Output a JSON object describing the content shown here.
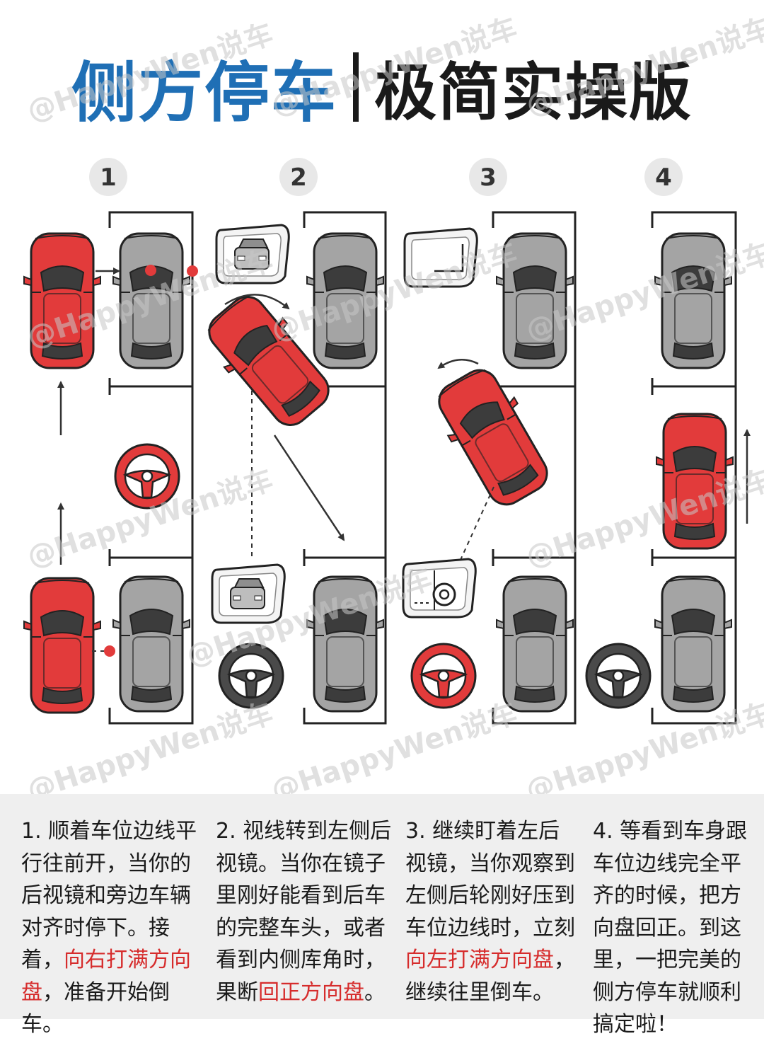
{
  "title": {
    "left": "侧方停车",
    "right": "极简实操版"
  },
  "steps": [
    {
      "number": "1",
      "text_before": "1. 顺着车位边线平行往前开，当你的后视镜和旁边车辆对齐时停下。接着，",
      "highlight": "向右打满方向盘",
      "text_after": "，准备开始倒车。"
    },
    {
      "number": "2",
      "text_before": "2. 视线转到左侧后视镜。当你在镜子里刚好能看到后车的完整车头，或者看到内侧库角时，果断",
      "highlight": "回正方向盘",
      "text_after": "。"
    },
    {
      "number": "3",
      "text_before": "3. 继续盯着左后视镜，当你观察到左侧后轮刚好压到车位边线时，立刻",
      "highlight": "向左打满方向盘",
      "text_after": "，继续往里倒车。"
    },
    {
      "number": "4",
      "text_before": "4. 等看到车身跟车位边线完全平齐的时候，把方向盘回正。到这里，一把完美的侧方停车就顺利搞定啦！",
      "highlight": "",
      "text_after": ""
    }
  ],
  "watermark": "@HappyWen说车",
  "colors": {
    "title_blue": "#1f6fb5",
    "highlight_red": "#d62c2c",
    "car_red": "#e23b3b",
    "car_gray": "#a4a4a4"
  }
}
